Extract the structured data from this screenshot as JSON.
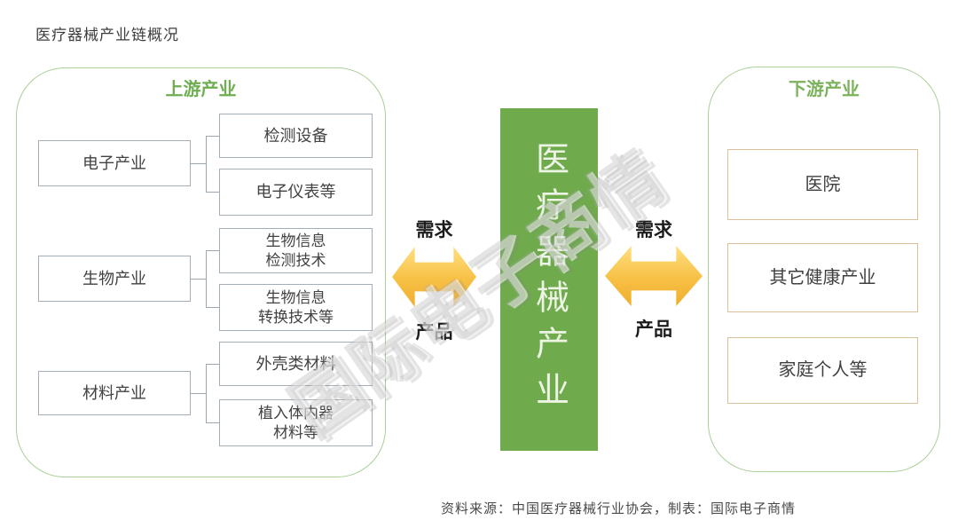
{
  "title": "医疗器械产业链概况",
  "watermark": "国际电子商情",
  "colors": {
    "center_block_green": "#6fab4c",
    "panel_border_green": "#a9cf96",
    "header_green": "#6eae50",
    "arrow_gold": "#f7c045",
    "upstream_box_border": "#a3aeb9",
    "downstream_box_border": "#d8c09a"
  },
  "upstream": {
    "header": "上游产业",
    "groups": [
      {
        "parent": "电子产业",
        "children": [
          "检测设备",
          "电子仪表等"
        ]
      },
      {
        "parent": "生物产业",
        "children": [
          "生物信息\n检测技术",
          "生物信息\n转换技术等"
        ]
      },
      {
        "parent": "材料产业",
        "children": [
          "外壳类材料",
          "植入体内器\n材料等"
        ]
      }
    ]
  },
  "center": {
    "label": "医疗器械产业"
  },
  "flows": {
    "left": {
      "top": "需求",
      "bottom": "产品"
    },
    "right": {
      "top": "需求",
      "bottom": "产品"
    }
  },
  "downstream": {
    "header": "下游产业",
    "items": [
      "医院",
      "其它健康产业",
      "家庭个人等"
    ]
  },
  "source_note": "资料来源：中国医疗器械行业协会，制表：国际电子商情"
}
